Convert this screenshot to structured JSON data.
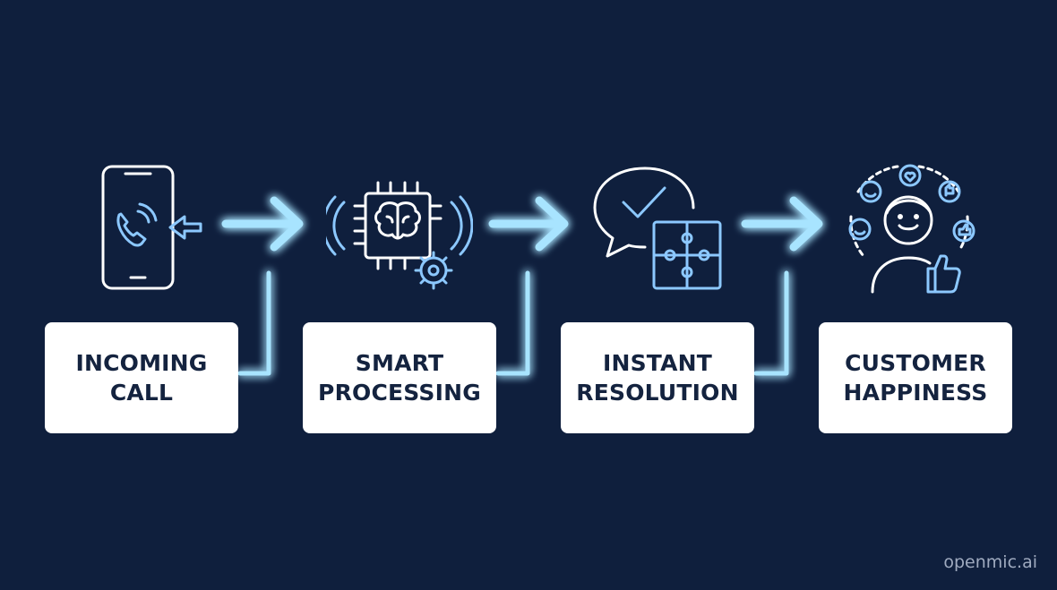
{
  "steps": [
    {
      "line1": "INCOMING",
      "line2": "CALL"
    },
    {
      "line1": "SMART",
      "line2": "PROCESSING"
    },
    {
      "line1": "INSTANT",
      "line2": "RESOLUTION"
    },
    {
      "line1": "CUSTOMER",
      "line2": "HAPPINESS"
    }
  ],
  "icons": [
    "smartphone-incoming-call-icon",
    "brain-chip-gear-icon",
    "chat-check-puzzle-icon",
    "happy-customer-thumbs-up-icon"
  ],
  "watermark": "openmic.ai",
  "colors": {
    "background": "#0f1f3d",
    "glow": "#a8e4ff",
    "line_art": "#ffffff",
    "accent_line": "#9fd4ff",
    "box": "#ffffff",
    "box_text": "#14233f"
  }
}
